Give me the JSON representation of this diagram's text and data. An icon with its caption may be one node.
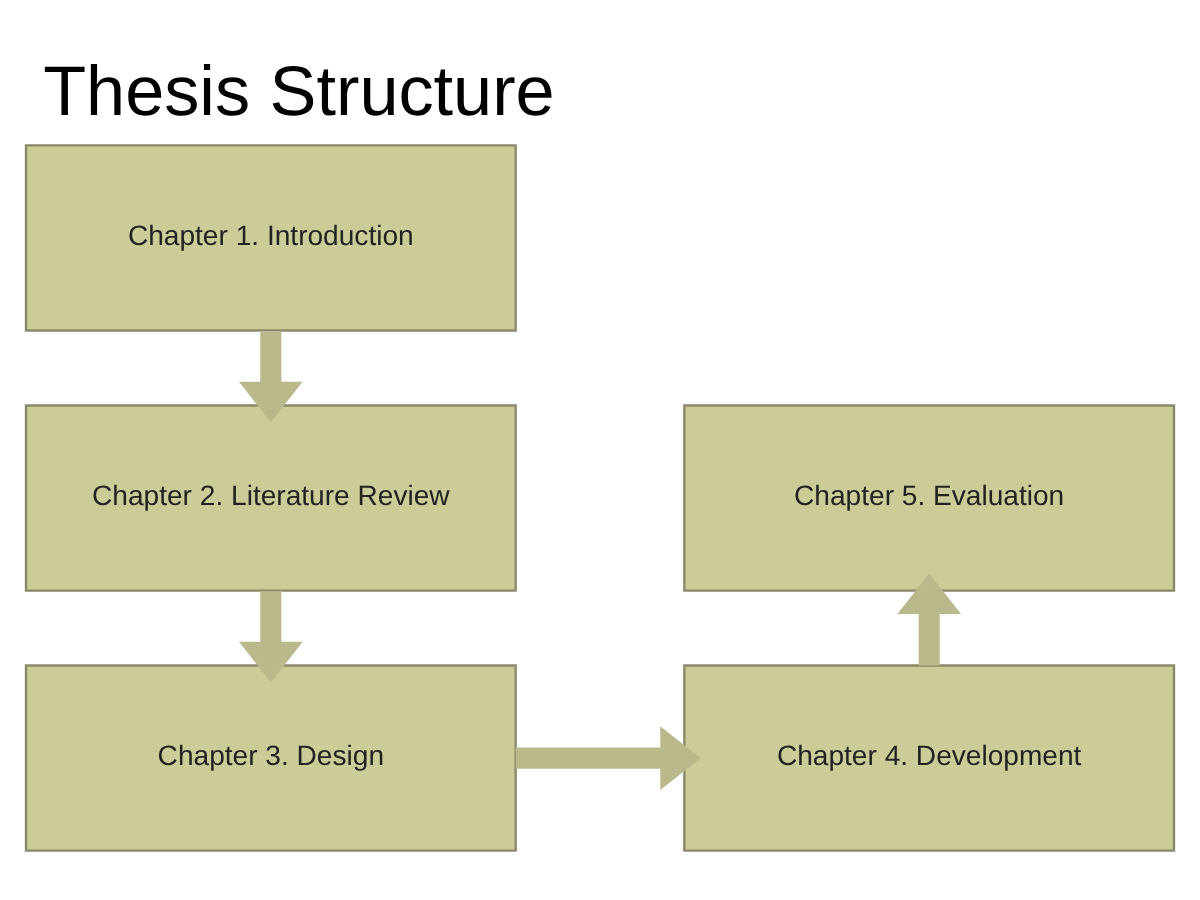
{
  "diagram": {
    "title": "Thesis Structure",
    "nodes": [
      {
        "text": [
          "Chapter 1. Introduction"
        ]
      },
      {
        "text": [
          "Chapter 2. Literature Review"
        ]
      },
      {
        "text": [
          "Chapter 3. Design"
        ]
      },
      {
        "text": [
          "Chapter 4. Development"
        ]
      },
      {
        "text": [
          "Chapter 5. Evaluation"
        ]
      }
    ],
    "edges": [
      {
        "from": 0,
        "to": 1,
        "arrow": "to"
      },
      {
        "from": 1,
        "to": 2,
        "arrow": "to"
      },
      {
        "from": 2,
        "to": 3,
        "arrow": "to"
      },
      {
        "from": 3,
        "to": 4,
        "arrow": "to"
      }
    ]
  }
}
